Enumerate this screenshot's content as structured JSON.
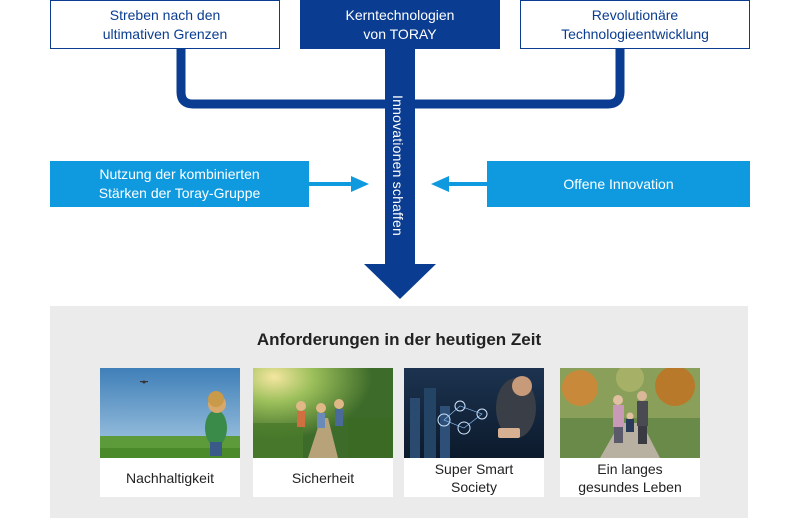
{
  "top_boxes": {
    "left": {
      "line1": "Streben nach den",
      "line2": "ultimativen Grenzen"
    },
    "center": {
      "line1": "Kerntechnologien",
      "line2": "von TORAY"
    },
    "right": {
      "line1": "Revolutionäre",
      "line2": "Technologieentwicklung"
    }
  },
  "vertical_label": "Innovationen schaffen",
  "side_boxes": {
    "left": {
      "line1": "Nutzung der kombinierten",
      "line2": "Stärken der Toray-Gruppe"
    },
    "right": {
      "line1": "Offene Innovation"
    }
  },
  "demands": {
    "title": "Anforderungen in der heutigen Zeit",
    "cards": [
      {
        "line1": "Nachhaltigkeit",
        "line2": ""
      },
      {
        "line1": "Sicherheit",
        "line2": ""
      },
      {
        "line1": "Super Smart",
        "line2": "Society"
      },
      {
        "line1": "Ein langes",
        "line2": "gesundes Leben"
      }
    ]
  },
  "colors": {
    "dark_blue": "#0a3d91",
    "light_blue": "#0f9ae0",
    "panel_gray": "#ebebeb"
  }
}
